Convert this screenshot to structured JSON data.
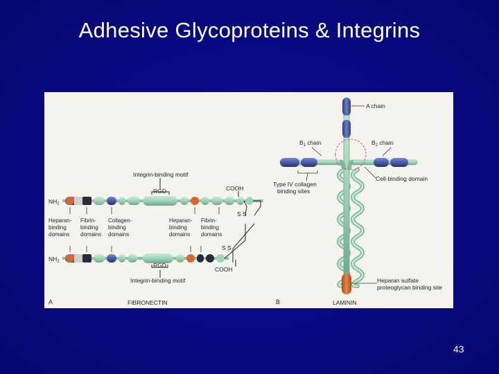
{
  "slide": {
    "title": "Adhesive Glycoproteins & Integrins",
    "page_number": "43"
  },
  "figure": {
    "panel_a": {
      "panel_letter": "A",
      "caption": "FIBRONECTIN",
      "integrin_motif_top": "Integrin-binding motif",
      "integrin_motif_bottom": "Integrin-binding motif",
      "rgd_top": "RGD",
      "rgd_bottom": "RGD",
      "nh2_top": "NH",
      "nh2_bottom": "NH",
      "nh2_sub": "2",
      "cooh_top": "COOH",
      "cooh_bottom": "COOH",
      "ss_top": "S S",
      "ss_bottom": "S S",
      "domain_labels": [
        [
          "Heparan-",
          "binding",
          "domains"
        ],
        [
          "Fibrin-",
          "binding",
          "domains"
        ],
        [
          "Collagen-",
          "binding",
          "domains"
        ],
        [
          "Heparan-",
          "binding",
          "domains"
        ],
        [
          "Fibrin-",
          "binding",
          "domains"
        ]
      ]
    },
    "panel_b": {
      "panel_letter": "B",
      "caption": "LAMININ",
      "a_chain": "A chain",
      "b1_chain_prefix": "B",
      "b1_chain_sub": "1",
      "b1_chain_suffix": " chain",
      "b2_chain_prefix": "B",
      "b2_chain_sub": "2",
      "b2_chain_suffix": " chain",
      "type4_line1": "Type IV collagen",
      "type4_line2": "binding sites",
      "cell_binding": "Cell-binding domain",
      "heparan_line1": "Heparan sulfate",
      "heparan_line2": "proteoglycan binding site"
    },
    "colors": {
      "green_domain": "#9fd3b6",
      "blue_domain": "#4a5aa6",
      "orange_domain": "#d9662c",
      "dark_domain": "#2a2a3a",
      "magenta_arc": "#d24ba0",
      "background": "#0a0a86"
    }
  }
}
